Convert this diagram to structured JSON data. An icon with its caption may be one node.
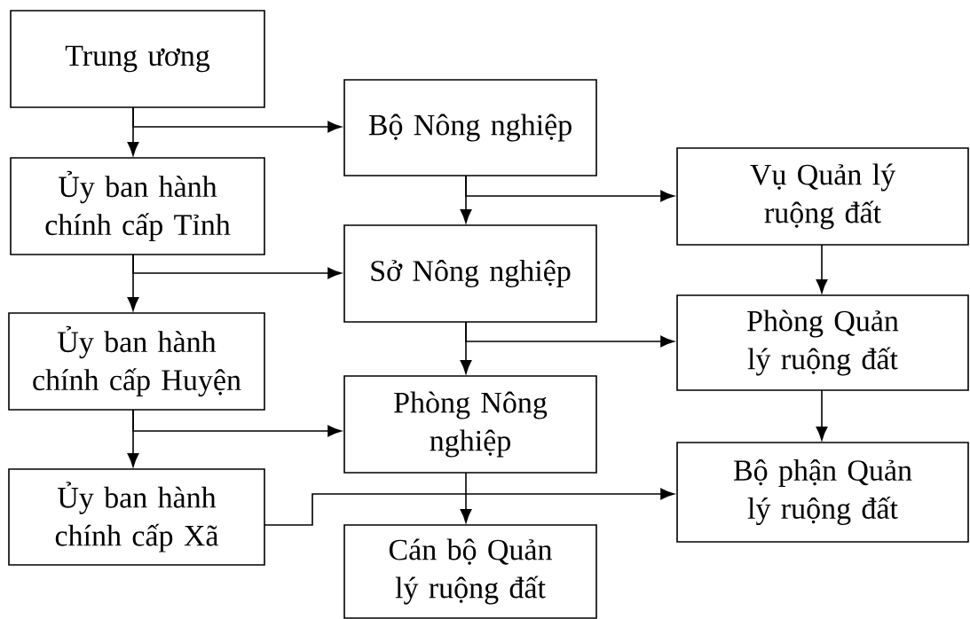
{
  "diagram": {
    "nodes": [
      {
        "text": [
          "Trung ương"
        ]
      },
      {
        "text": [
          "Ủy ban hành chính cấp Tỉnh"
        ]
      },
      {
        "text": [
          "Ủy ban hành chính cấp Huyện"
        ]
      },
      {
        "text": [
          "Ủy ban hành chính cấp Xã"
        ]
      },
      {
        "text": [
          "Bộ Nông nghiệp"
        ]
      },
      {
        "text": [
          "Sở Nông nghiệp"
        ]
      },
      {
        "text": [
          "Phòng Nông nghiệp"
        ]
      },
      {
        "text": [
          "Cán bộ Quản lý ruộng đất"
        ]
      },
      {
        "text": [
          "Vụ Quản lý ruộng đất"
        ]
      },
      {
        "text": [
          "Phòng Quản lý ruộng đất"
        ]
      },
      {
        "text": [
          "Bộ phận Quản lý ruộng đất"
        ]
      }
    ],
    "edges": [
      {
        "from": 0,
        "to": 1,
        "arrow": "to"
      },
      {
        "from": 0,
        "to": 4,
        "arrow": "to"
      },
      {
        "from": 1,
        "to": 2,
        "arrow": "to"
      },
      {
        "from": 1,
        "to": 5,
        "arrow": "to"
      },
      {
        "from": 2,
        "to": 3,
        "arrow": "to"
      },
      {
        "from": 2,
        "to": 6,
        "arrow": "to"
      },
      {
        "from": 4,
        "to": 5,
        "arrow": "to"
      },
      {
        "from": 4,
        "to": 8,
        "arrow": "to"
      },
      {
        "from": 5,
        "to": 6,
        "arrow": "to"
      },
      {
        "from": 5,
        "to": 9,
        "arrow": "to"
      },
      {
        "from": 6,
        "to": 7,
        "arrow": "to"
      },
      {
        "from": 3,
        "to": 10,
        "arrow": "to"
      },
      {
        "from": 8,
        "to": 9,
        "arrow": "to"
      },
      {
        "from": 9,
        "to": 10,
        "arrow": "to"
      }
    ]
  }
}
